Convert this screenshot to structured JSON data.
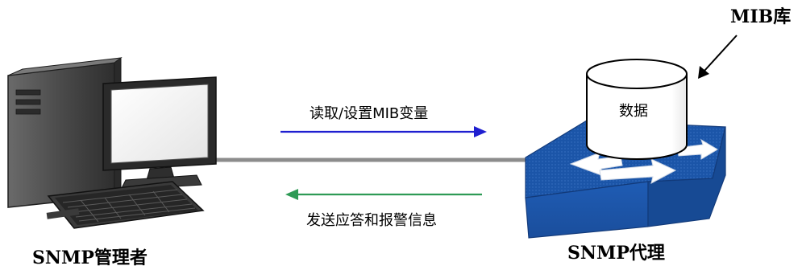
{
  "manager": {
    "label": "SNMP管理者"
  },
  "agent": {
    "label": "SNMP代理"
  },
  "mib": {
    "label": "MIB库",
    "data_label": "数据"
  },
  "messages": {
    "request": {
      "label": "读取/设置MIB变量",
      "color": "#1f1fd0"
    },
    "response": {
      "label": "发送应答和报警信息",
      "color": "#2e9a55"
    }
  },
  "colors": {
    "switch_blue": "#1b55a8",
    "link_gray": "#8c8c8c",
    "pc_dark": "#3a3a3a"
  }
}
